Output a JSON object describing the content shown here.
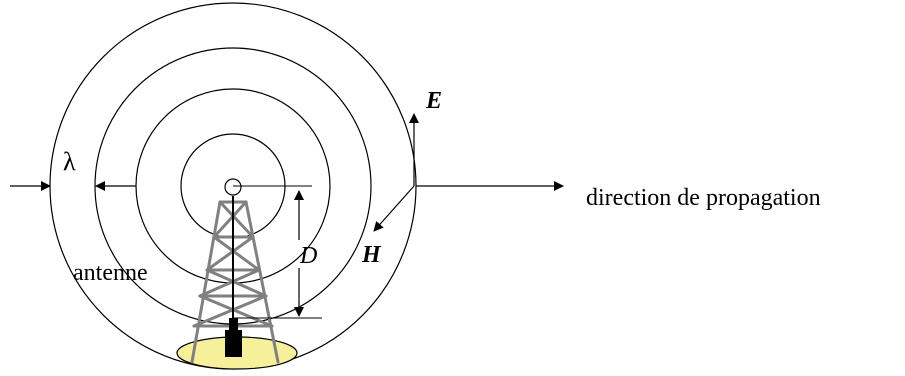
{
  "labels": {
    "wavelength": "λ",
    "field_e": "E",
    "field_h": "H",
    "distance": "D",
    "antenna": "antenne",
    "propagation": "direction de propagation"
  },
  "colors": {
    "ink": "#000000",
    "tower": "#808080",
    "base_fill": "#f7f09a",
    "background": "#ffffff"
  },
  "wavefront_count": 4
}
